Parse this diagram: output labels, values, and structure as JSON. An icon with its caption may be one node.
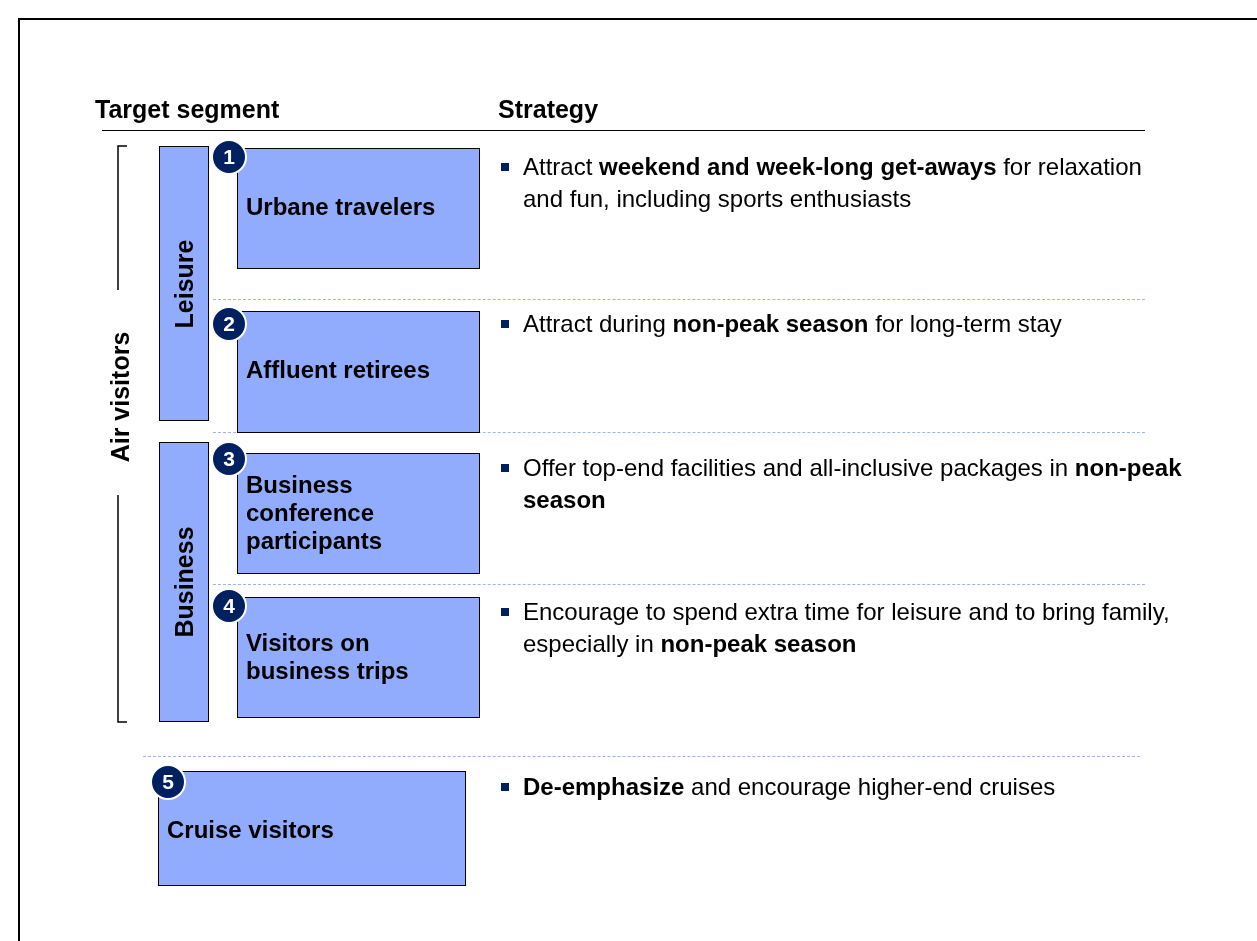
{
  "diagram": {
    "nodes": [
      {
        "text": [
          "Leisure"
        ]
      },
      {
        "text": [
          "Business"
        ]
      },
      {
        "text": [
          "1",
          "Urbane travelers"
        ]
      },
      {
        "text": [
          "2",
          "Affluent retirees"
        ]
      },
      {
        "text": [
          "3",
          "Business conference participants"
        ]
      },
      {
        "text": [
          "4",
          "Visitors on business trips"
        ]
      },
      {
        "text": [
          "5",
          "Cruise visitors"
        ]
      }
    ],
    "labels": [
      "Target segment",
      "Strategy",
      "Air visitors",
      "Attract **weekend and week-long get-aways** for relaxation and fun, including sports enthusiasts",
      "Attract during **non-peak season** for long-term stay",
      "Offer top-end facilities and all-inclusive packages in **non-peak season**",
      "Encourage to spend extra time for leisure and to bring family, especially in **non-peak season**",
      "**De-emphasize** and encourage higher-end cruises"
    ]
  }
}
